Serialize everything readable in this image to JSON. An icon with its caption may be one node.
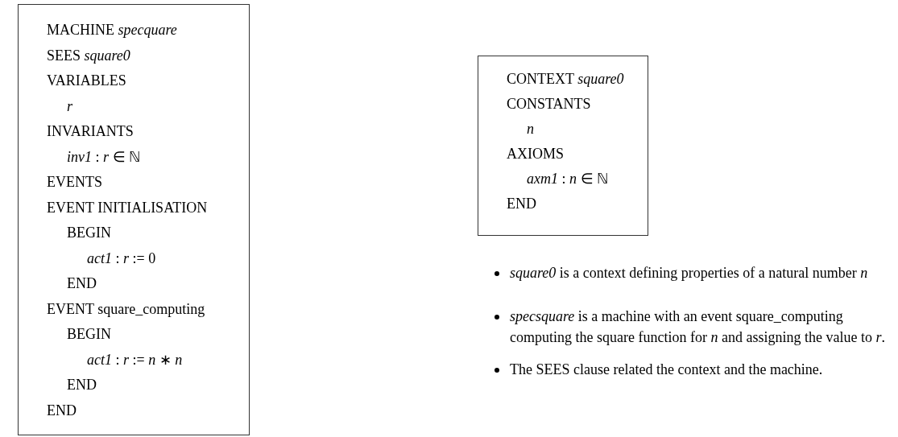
{
  "diagram": {
    "nodes": [
      {
        "text": [
          "MACHINE *specquare*",
          "SEES *square0*",
          "VARIABLES",
          "*r*",
          "INVARIANTS",
          "*inv1* : *r* ∈ ℕ",
          "EVENTS",
          "EVENT INITIALISATION",
          "BEGIN",
          "*act1* : *r* := 0",
          "END",
          "EVENT square_computing",
          "BEGIN",
          "*act1* : *r* := *n* ∗ *n*",
          "END",
          "END"
        ]
      },
      {
        "text": [
          "CONTEXT *square0*",
          "CONSTANTS",
          "*n*",
          "AXIOMS",
          "*axm1* : *n* ∈ ℕ",
          "END"
        ]
      }
    ],
    "labels": [
      "*square0* is a context defining properties of a natural number *n*",
      "*specsquare* is a machine with an event square_computing computing the square function for *n* and assigning the value to *r*.",
      "The SEES clause related the context and the machine."
    ]
  }
}
